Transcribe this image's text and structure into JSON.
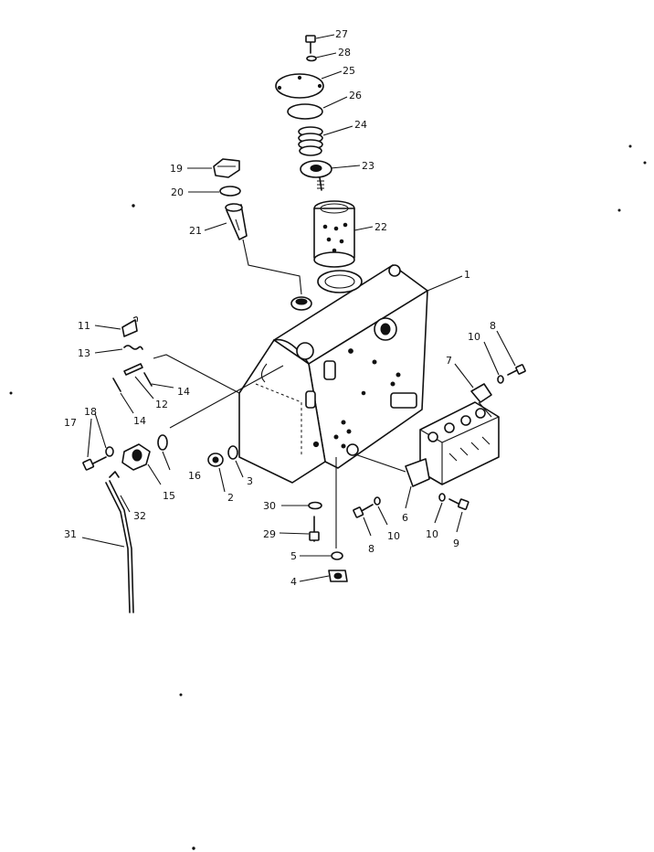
{
  "callouts": {
    "c1": "1",
    "c2": "2",
    "c3": "3",
    "c4": "4",
    "c5": "5",
    "c6": "6",
    "c7": "7",
    "c8a": "8",
    "c8b": "8",
    "c9": "9",
    "c10a": "10",
    "c10b": "10",
    "c10c": "10",
    "c11": "11",
    "c12": "12",
    "c13": "13",
    "c14a": "14",
    "c14b": "14",
    "c15": "15",
    "c16": "16",
    "c17": "17",
    "c18": "18",
    "c19": "19",
    "c20": "20",
    "c21": "21",
    "c22": "22",
    "c23": "23",
    "c24": "24",
    "c25": "25",
    "c26": "26",
    "c27": "27",
    "c28": "28",
    "c29": "29",
    "c30": "30",
    "c31": "31",
    "c32": "32"
  }
}
